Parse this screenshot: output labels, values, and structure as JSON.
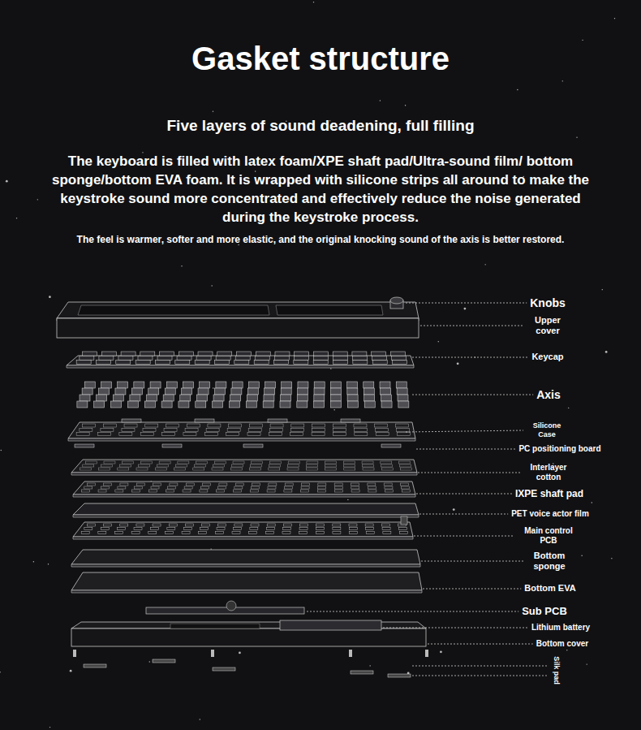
{
  "diagram": {
    "title": "Gasket structure",
    "labels": [
      "Five layers of sound deadening, full filling",
      "The keyboard is filled with latex foam/XPE shaft pad/Ultra-sound film/ bottom sponge/bottom EVA foam. It is wrapped with silicone strips all around to make the keystroke sound more concentrated and effectively reduce the noise generated during the keystroke process.",
      "The feel is warmer, softer and more elastic, and the original knocking sound of the axis is better restored.",
      "Knobs",
      "Upper cover",
      "Keycap",
      "Axis",
      "Silicone Case",
      "PC positioning board",
      "Interlayer cotton",
      "IXPE shaft pad",
      "PET voice actor film",
      "Main control PCB",
      "Bottom sponge",
      "Bottom EVA",
      "Sub PCB",
      "Lithium battery",
      "Bottom cover",
      "Silk pad"
    ]
  }
}
